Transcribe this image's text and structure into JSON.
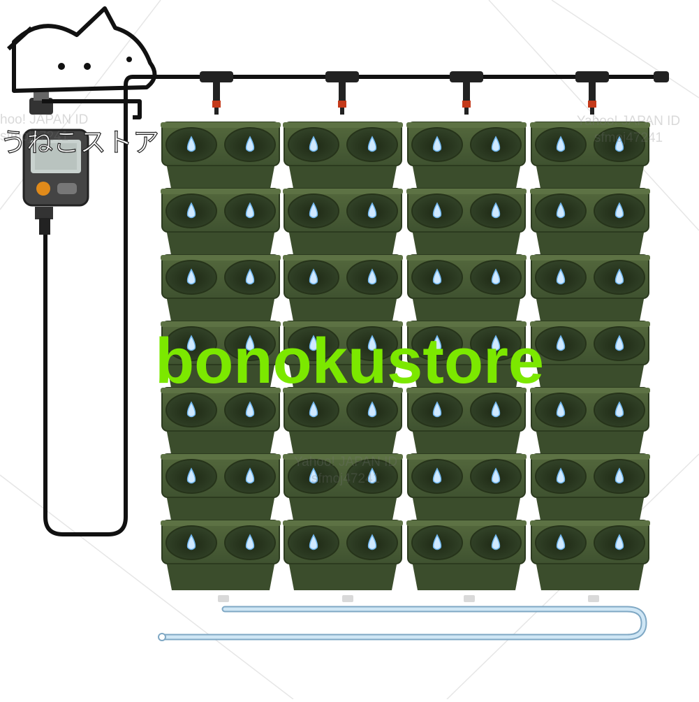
{
  "image": {
    "brand_text": "bonokustore",
    "store_name": "うねこストア",
    "watermarks": [
      {
        "line1": "Yahoo! JAPAN ID",
        "line2": "sfmoj47241"
      },
      {
        "line1": "Yahoo! JAPAN ID",
        "line2": "sfmoj47241"
      },
      {
        "line1": "hoo! JAPAN ID",
        "line2": "sfmoj47241"
      }
    ],
    "colors": {
      "planter": "#4a5f35",
      "planter_dark": "#2c3b1f",
      "brand_green": "#7ce800",
      "hose": "#111111",
      "drain_tube": "#a9cfe8"
    },
    "planter_grid": {
      "columns": 4,
      "rows": 7,
      "pockets_per_row": 2
    },
    "icons": [
      "cat-logo-icon",
      "water-timer-icon",
      "water-drop-icon",
      "drip-emitter-icon"
    ]
  }
}
